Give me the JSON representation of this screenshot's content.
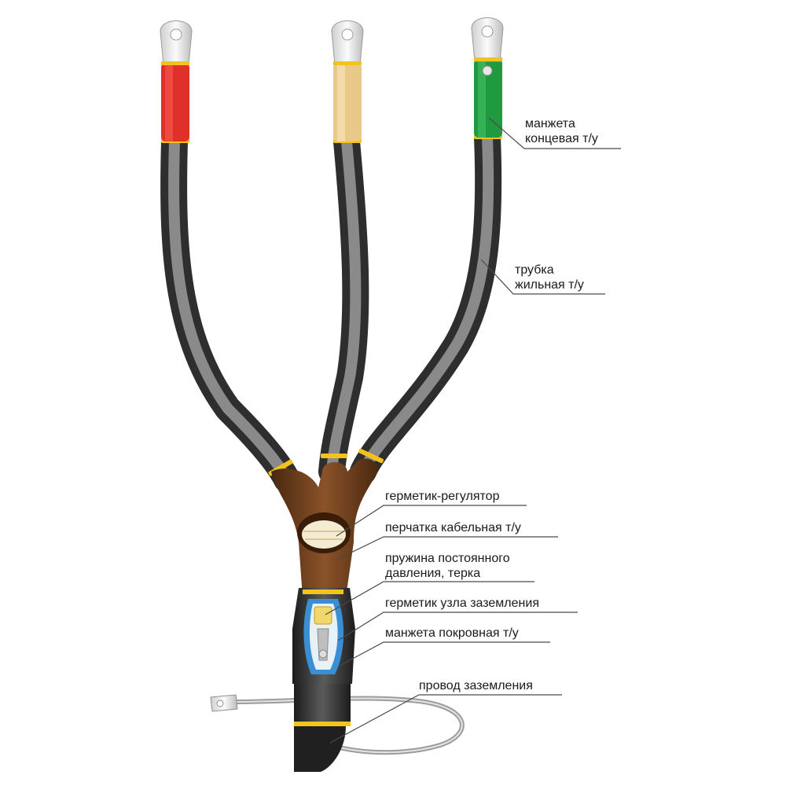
{
  "colors": {
    "phase_a": "#e0302a",
    "phase_b": "#e9c98a",
    "phase_c": "#1f9a3e",
    "tube": "#5a5a5a",
    "glove": "#6e3f1c",
    "sealant": "#f1d86a",
    "shield_blue": "#3a8fd4",
    "band_yellow": "#f3c21b",
    "lug": "#e6e6e6",
    "leader": "#4a4a4a"
  },
  "labels": {
    "end_cuff": [
      "манжета",
      "концевая т/у"
    ],
    "core_tube": [
      "трубка",
      "жильная т/у"
    ],
    "sealant_regulator": "герметик-регулятор",
    "cable_glove": "перчатка кабельная т/у",
    "spring": [
      "пружина постоянного",
      "давления, терка"
    ],
    "ground_sealant": "герметик узла заземления",
    "cover_cuff": "манжета покровная т/у",
    "ground_wire": "провод заземления"
  }
}
